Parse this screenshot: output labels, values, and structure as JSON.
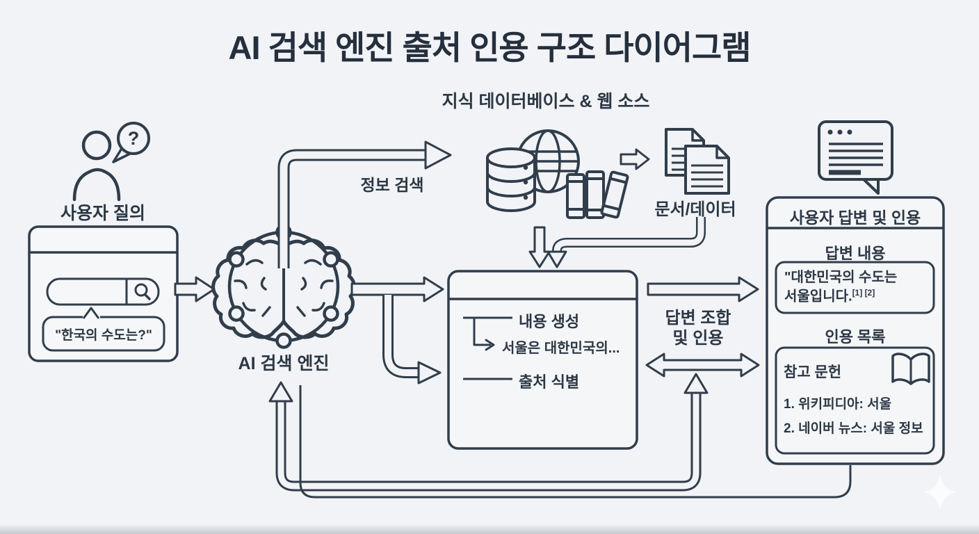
{
  "title": "AI 검색 엔진 출처 인용 구조 다이어그램",
  "colors": {
    "ink": "#313d4b",
    "background": "#f1f3f6"
  },
  "user": {
    "label": "사용자 질의",
    "question_mark": "?",
    "query_text": "\"한국의 수도는?\""
  },
  "engine": {
    "label": "AI 검색 엔진"
  },
  "flow": {
    "info_search": "정보 검색",
    "answer_assembly_line1": "답변 조합",
    "answer_assembly_line2": "및 인용"
  },
  "knowledge": {
    "label": "지식 데이터베이스 & 웹 소스",
    "docs_label": "문서/데이터"
  },
  "process_box": {
    "content_generation": "내용 생성",
    "snippet": "서울은 대한민국의...",
    "source_identification": "출처 식별"
  },
  "answer_panel": {
    "title": "사용자 답변 및 인용",
    "answer_heading": "답변 내용",
    "answer_line1": "\"대한민국의 수도는",
    "answer_line2": "서울입니다.",
    "citation_marks": "[1] [2]",
    "citation_heading": "인용 목록",
    "references_title": "참고 문헌",
    "references": [
      "1. 위키피디아: 서울",
      "2. 네이버 뉴스: 서울 정보"
    ]
  }
}
